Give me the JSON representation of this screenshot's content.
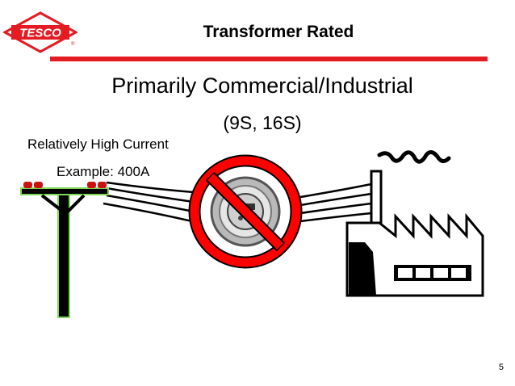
{
  "header": {
    "logo_text": "TESCO",
    "logo_registered_mark": "®",
    "title": "Transformer Rated",
    "accent_color": "#e31b23"
  },
  "main": {
    "subtitle": "Primarily Commercial/Industrial",
    "subtitle_models": "(9S, 16S)",
    "note_current": "Relatively High Current",
    "note_example": "Example: 400A"
  },
  "illustration": {
    "icons": [
      "utility-pole-icon",
      "electric-meter-icon",
      "prohibition-icon",
      "factory-icon"
    ]
  },
  "footer": {
    "page_number": "5"
  }
}
